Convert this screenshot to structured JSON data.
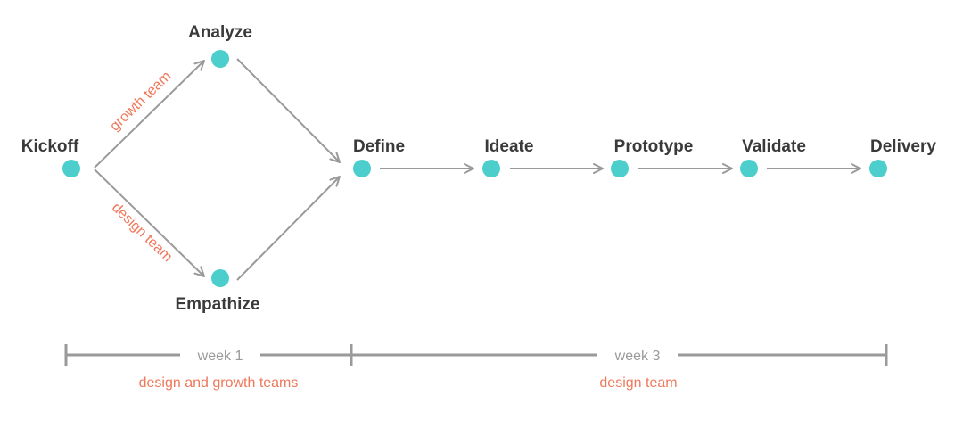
{
  "colors": {
    "node": "#4ccfcc",
    "edge": "#9a9a9a",
    "label": "#3a3a3a",
    "team": "#f0775a",
    "week": "#9a9a9a"
  },
  "nodes": [
    {
      "id": "kickoff",
      "label": "Kickoff"
    },
    {
      "id": "analyze",
      "label": "Analyze"
    },
    {
      "id": "empathize",
      "label": "Empathize"
    },
    {
      "id": "define",
      "label": "Define"
    },
    {
      "id": "ideate",
      "label": "Ideate"
    },
    {
      "id": "prototype",
      "label": "Prototype"
    },
    {
      "id": "validate",
      "label": "Validate"
    },
    {
      "id": "delivery",
      "label": "Delivery"
    }
  ],
  "edges": [
    {
      "from": "kickoff",
      "to": "analyze",
      "label": "growth team"
    },
    {
      "from": "kickoff",
      "to": "empathize",
      "label": "design team"
    },
    {
      "from": "analyze",
      "to": "define"
    },
    {
      "from": "empathize",
      "to": "define"
    },
    {
      "from": "define",
      "to": "ideate"
    },
    {
      "from": "ideate",
      "to": "prototype"
    },
    {
      "from": "prototype",
      "to": "validate"
    },
    {
      "from": "validate",
      "to": "delivery"
    }
  ],
  "timeline": {
    "segments": [
      {
        "label": "week 1",
        "team": "design and growth teams"
      },
      {
        "label": "week 3",
        "team": "design team"
      }
    ]
  }
}
